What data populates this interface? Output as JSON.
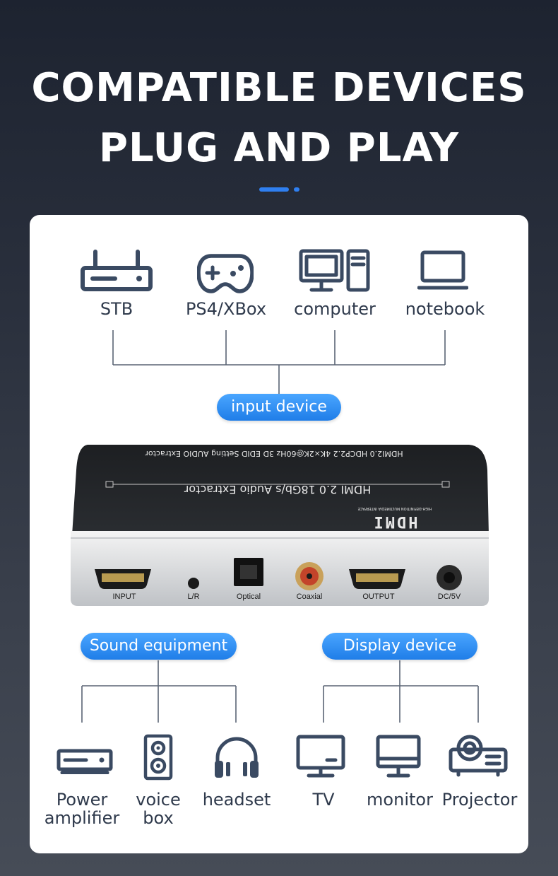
{
  "headline": {
    "line1": "COMPATIBLE DEVICES",
    "line2": "PLUG AND PLAY"
  },
  "colors": {
    "accent": "#2f7ff0",
    "pill": "#2688f0",
    "icon": "#3a4a62",
    "line": "#5a6474"
  },
  "input_devices": [
    {
      "label": "STB",
      "icon": "router-icon"
    },
    {
      "label": "PS4/XBox",
      "icon": "gamepad-icon"
    },
    {
      "label": "computer",
      "icon": "desktop-computer-icon"
    },
    {
      "label": "notebook",
      "icon": "laptop-icon"
    }
  ],
  "pills": {
    "input": "input device",
    "sound": "Sound equipment",
    "display": "Display device"
  },
  "device": {
    "top_line": "HDMI2.0 HDCP2.2 4K×2K@60Hz 3D EDID Setting AUDIO Extractor",
    "title": "HDMI 2.0 18Gb/s Audio Extractor",
    "logo": "HDMI",
    "logo_sub": "HIGH-DEFINITION MULTIMEDIA INTERFACE",
    "ports": [
      "INPUT",
      "L/R",
      "Optical",
      "Coaxial",
      "OUTPUT",
      "DC/5V"
    ]
  },
  "sound_devices": [
    {
      "label_1": "Power",
      "label_2": "amplifier",
      "icon": "amplifier-icon"
    },
    {
      "label_1": "voice",
      "label_2": "box",
      "icon": "speaker-icon"
    },
    {
      "label_1": "headset",
      "label_2": "",
      "icon": "headset-icon"
    }
  ],
  "display_devices": [
    {
      "label": "TV",
      "icon": "tv-icon"
    },
    {
      "label": "monitor",
      "icon": "monitor-icon"
    },
    {
      "label": "Projector",
      "icon": "projector-icon"
    }
  ]
}
